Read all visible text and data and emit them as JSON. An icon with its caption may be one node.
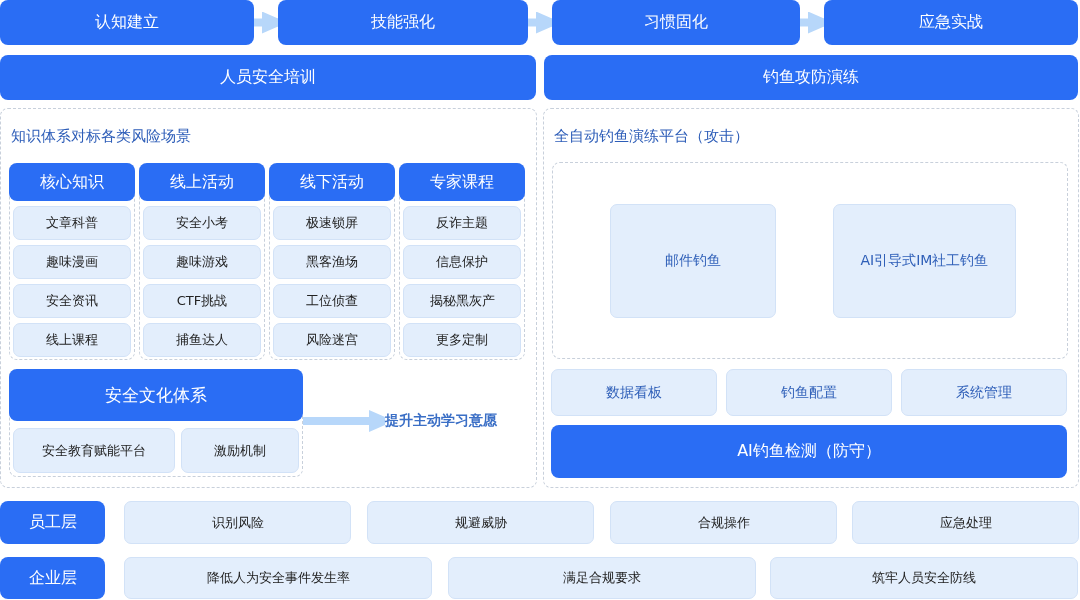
{
  "diagram": {
    "nodes": [
      {
        "text": [
          "认知建立"
        ]
      },
      {
        "text": [
          "技能强化"
        ]
      },
      {
        "text": [
          "习惯固化"
        ]
      },
      {
        "text": [
          "应急实战"
        ]
      },
      {
        "text": [
          "人员安全培训"
        ]
      },
      {
        "text": [
          "钓鱼攻防演练"
        ]
      },
      {
        "text": [
          "知识体系对标各类风险场景"
        ]
      },
      {
        "text": [],
        "shape": "box",
        "in": 6
      },
      {
        "text": [
          "核心知识"
        ],
        "in": 7
      },
      {
        "text": [
          "文章科普"
        ],
        "in": 7
      },
      {
        "text": [
          "趣味漫画"
        ],
        "in": 7
      },
      {
        "text": [
          "安全资讯"
        ],
        "in": 7
      },
      {
        "text": [
          "线上课程"
        ],
        "in": 7
      },
      {
        "text": [],
        "shape": "box",
        "in": 6
      },
      {
        "text": [
          "线上活动"
        ],
        "in": 13
      },
      {
        "text": [
          "安全小考"
        ],
        "in": 13
      },
      {
        "text": [
          "趣味游戏"
        ],
        "in": 13
      },
      {
        "text": [
          "CTF挑战"
        ],
        "in": 13
      },
      {
        "text": [
          "捕鱼达人"
        ],
        "in": 13
      },
      {
        "text": [],
        "shape": "box",
        "in": 6
      },
      {
        "text": [
          "线下活动"
        ],
        "in": 19
      },
      {
        "text": [
          "极速锁屏"
        ],
        "in": 19
      },
      {
        "text": [
          "黑客渔场"
        ],
        "in": 19
      },
      {
        "text": [
          "工位侦查"
        ],
        "in": 19
      },
      {
        "text": [
          "风险迷宫"
        ],
        "in": 19
      },
      {
        "text": [],
        "shape": "box",
        "in": 6
      },
      {
        "text": [
          "专家课程"
        ],
        "in": 25
      },
      {
        "text": [
          "反诈主题"
        ],
        "in": 25
      },
      {
        "text": [
          "信息保护"
        ],
        "in": 25
      },
      {
        "text": [
          "揭秘黑灰产"
        ],
        "in": 25
      },
      {
        "text": [
          "更多定制"
        ],
        "in": 25
      },
      {
        "text": [],
        "shape": "box",
        "in": 6
      },
      {
        "text": [
          "安全文化体系"
        ],
        "in": 31
      },
      {
        "text": [
          "安全教育赋能平台"
        ],
        "in": 31
      },
      {
        "text": [
          "激励机制"
        ],
        "in": 31
      },
      {
        "text": [
          "提升主动学习意愿"
        ],
        "in": 6
      },
      {
        "text": [
          "全自动钓鱼演练平台（攻击）"
        ]
      },
      {
        "text": [],
        "shape": "box",
        "in": 36
      },
      {
        "text": [
          "邮件钓鱼"
        ],
        "in": 37
      },
      {
        "text": [
          "AI引导式IM社工钓鱼"
        ],
        "in": 37
      },
      {
        "text": [
          "数据看板"
        ],
        "in": 36
      },
      {
        "text": [
          "钓鱼配置"
        ],
        "in": 36
      },
      {
        "text": [
          "系统管理"
        ],
        "in": 36
      },
      {
        "text": [
          "AI钓鱼检测（防守）"
        ],
        "in": 36
      },
      {
        "text": [
          "员工层"
        ]
      },
      {
        "text": [
          "识别风险"
        ]
      },
      {
        "text": [
          "规避威胁"
        ]
      },
      {
        "text": [
          "合规操作"
        ]
      },
      {
        "text": [
          "应急处理"
        ]
      },
      {
        "text": [
          "企业层"
        ]
      },
      {
        "text": [
          "降低人为安全事件发生率"
        ]
      },
      {
        "text": [
          "满足合规要求"
        ]
      },
      {
        "text": [
          "筑牢人员安全防线"
        ]
      }
    ],
    "edges": [
      {
        "from": 0,
        "to": 1,
        "arrow": "to"
      },
      {
        "from": 1,
        "to": 2,
        "arrow": "to"
      },
      {
        "from": 2,
        "to": 3,
        "arrow": "to"
      },
      {
        "from": 31,
        "to": 35,
        "arrow": "to"
      }
    ]
  }
}
